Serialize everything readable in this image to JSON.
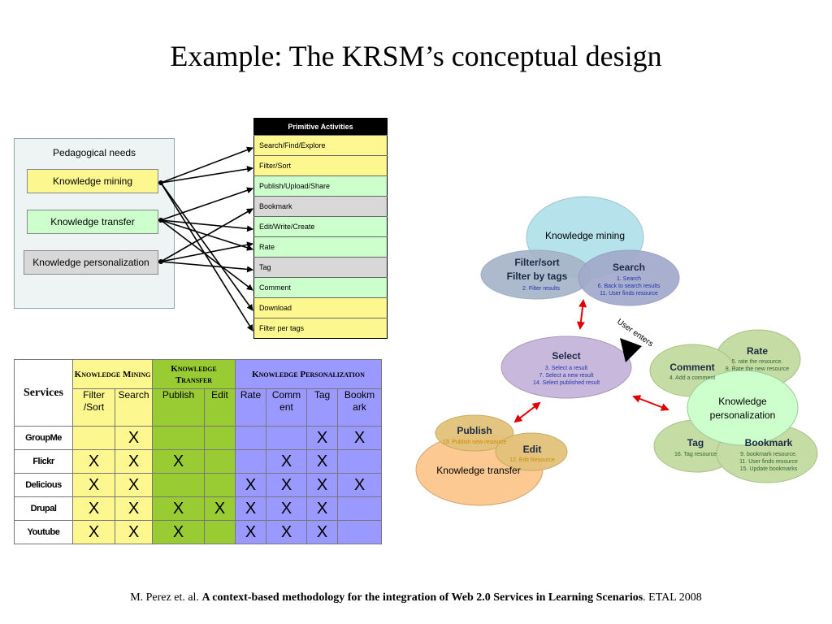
{
  "title": "Example: The KRSM’s conceptual design",
  "left_panel": {
    "title": "Pedagogical needs",
    "needs": [
      "Knowledge mining",
      "Knowledge transfer",
      "Knowledge personalization"
    ]
  },
  "activities": {
    "header": "Primitive Activities",
    "items": [
      "Search/Find/Explore",
      "Filter/Sort",
      "Publish/Upload/Share",
      "Bookmark",
      "Edit/Write/Create",
      "Rate",
      "Tag",
      "Comment",
      "Download",
      "Filter per tags"
    ]
  },
  "services_table": {
    "corner": "Services",
    "groups": [
      "Knowledge Mining",
      "Knowledge Transfer",
      "Knowledge Personalization"
    ],
    "subheaders": [
      "Filter /Sort",
      "Search",
      "Publish",
      "Edit",
      "Rate",
      "Comm ent",
      "Tag",
      "Bookm ark"
    ],
    "rows": [
      {
        "name": "GroupMe",
        "marks": [
          "",
          "X",
          "",
          "",
          "",
          "",
          "X",
          "X"
        ]
      },
      {
        "name": "Flickr",
        "marks": [
          "X",
          "X",
          "X",
          "",
          "",
          "X",
          "X",
          ""
        ]
      },
      {
        "name": "Delicious",
        "marks": [
          "X",
          "X",
          "",
          "",
          "X",
          "X",
          "X",
          "X"
        ]
      },
      {
        "name": "Drupal",
        "marks": [
          "X",
          "X",
          "X",
          "X",
          "X",
          "X",
          "X",
          ""
        ]
      },
      {
        "name": "Youtube",
        "marks": [
          "X",
          "X",
          "X",
          "",
          "X",
          "X",
          "X",
          ""
        ]
      }
    ]
  },
  "venn": {
    "knowledge_mining": "Knowledge mining",
    "filter_title_1": "Filter/sort",
    "filter_title_2": "Filter by tags",
    "filter_sub": "2. Filter results",
    "search_title": "Search",
    "search_sub": [
      "1. Search",
      "6. Back to search results",
      "11. User finds resource"
    ],
    "select_title": "Select",
    "select_sub": [
      "3. Select a result",
      "7. Select a new result",
      "14. Select published result"
    ],
    "user_enters": "User enters",
    "rate_title": "Rate",
    "rate_sub": [
      "5. rate the resource.",
      "8. Rate the new resource"
    ],
    "comment_title": "Comment",
    "comment_sub": "4. Add a comment",
    "knowledge_personalization": [
      "Knowledge",
      "personalization"
    ],
    "tag_title": "Tag",
    "tag_sub": "16. Tag resource",
    "bookmark_title": "Bookmark",
    "bookmark_sub": [
      "9. bookmark resource.",
      "11. User finds resource",
      "15. Update bookmarks"
    ],
    "publish_title": "Publish",
    "publish_sub": "13. Publish new resource",
    "edit_title": "Edit",
    "edit_sub": "12. Edit Resource",
    "knowledge_transfer": "Knowledge transfer"
  },
  "reference": {
    "authors": "M. Perez et. al. ",
    "paper_title": "A context-based methodology for the integration of Web 2.0 Services in Learning Scenarios",
    "venue": ". ETAL 2008"
  },
  "colors": {
    "yellow": "#fcf78f",
    "light_green": "#ccffcc",
    "grey": "#d8d8d8",
    "green": "#99cc33",
    "blue": "#9999ff",
    "red_arrow": "#e00000"
  }
}
